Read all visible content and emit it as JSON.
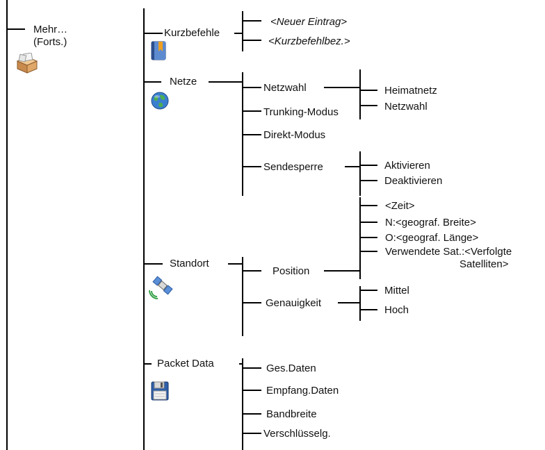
{
  "root": {
    "label_line1": "Mehr…",
    "label_line2": "(Forts.)",
    "icon": "box-icon"
  },
  "kurzbefehle": {
    "label": "Kurzbefehle",
    "icon": "book-icon",
    "items": [
      "<Neuer Eintrag>",
      "<Kurzbefehlbez.>"
    ]
  },
  "netze": {
    "label": "Netze",
    "icon": "globe-icon",
    "items": [
      "Netzwahl",
      "Trunking-Modus",
      "Direkt-Modus",
      "Sendesperre"
    ],
    "netzwahl_items": [
      "Heimatnetz",
      "Netzwahl"
    ],
    "sendesperre_items": [
      "Aktivieren",
      "Deaktivieren"
    ]
  },
  "standort": {
    "label": "Standort",
    "icon": "satellite-icon",
    "items": [
      "Position",
      "Genauigkeit"
    ],
    "position_items": [
      "<Zeit>",
      "N:<geograf. Breite>",
      "O:<geograf. Länge>",
      "Verwendete Sat.:<Verfolgte",
      "Satelliten>"
    ],
    "genauigkeit_items": [
      "Mittel",
      "Hoch"
    ]
  },
  "packet_data": {
    "label": "Packet Data",
    "icon": "floppy-disk-icon",
    "items": [
      "Ges.Daten",
      "Empfang.Daten",
      "Bandbreite",
      "Verschlüsselg."
    ]
  }
}
